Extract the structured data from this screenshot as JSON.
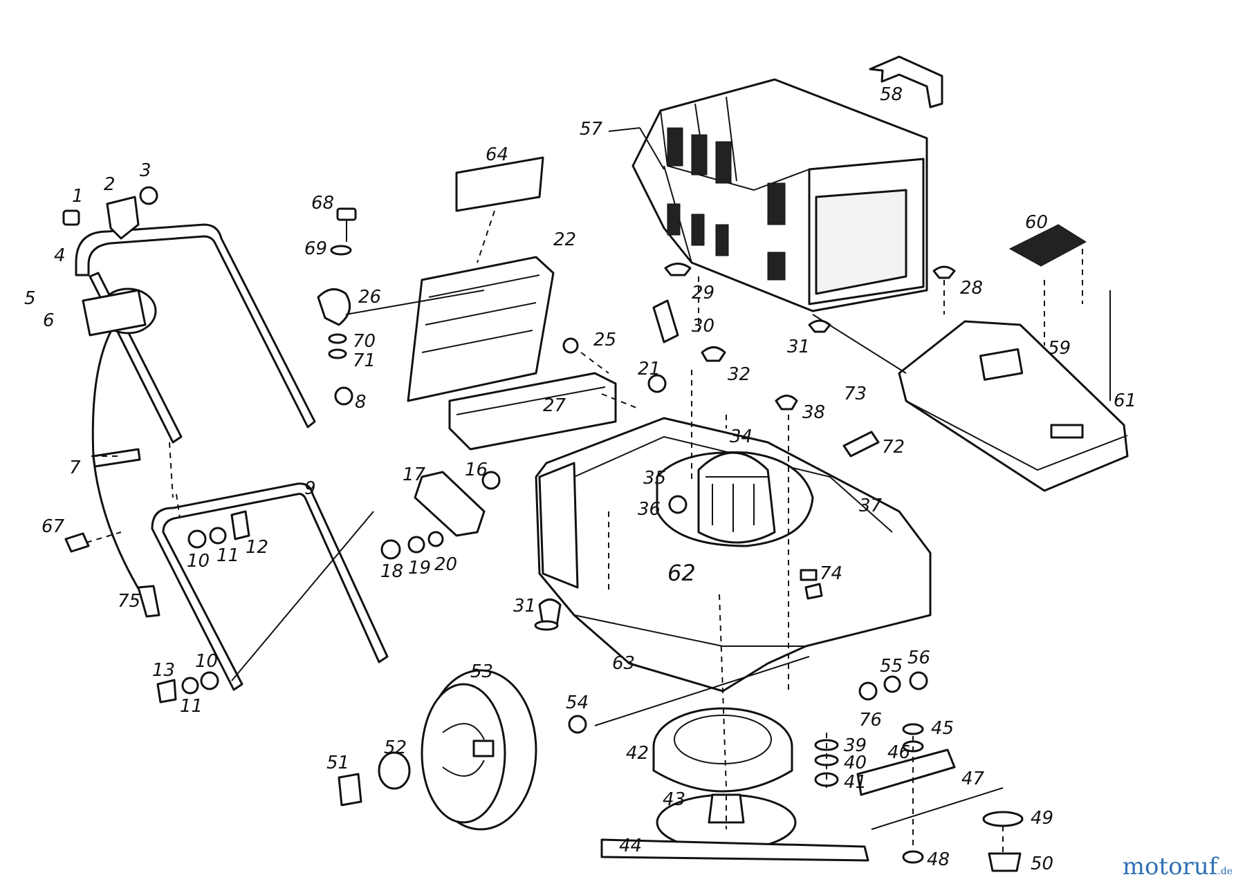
{
  "labels": [
    "1",
    "2",
    "3",
    "4",
    "5",
    "6",
    "7",
    "8",
    "9",
    "10",
    "11",
    "12",
    "13",
    "16",
    "17",
    "18",
    "19",
    "20",
    "21",
    "22",
    "25",
    "26",
    "27",
    "28",
    "29",
    "30",
    "31",
    "32",
    "34",
    "35",
    "36",
    "37",
    "38",
    "39",
    "40",
    "41",
    "42",
    "43",
    "44",
    "45",
    "46",
    "47",
    "48",
    "49",
    "50",
    "51",
    "52",
    "53",
    "54",
    "55",
    "56",
    "57",
    "58",
    "59",
    "60",
    "61",
    "62",
    "63",
    "64",
    "67",
    "68",
    "69",
    "70",
    "71",
    "72",
    "73",
    "74",
    "75",
    "76"
  ],
  "watermark": {
    "name": "motoruf",
    "suffix": ".de"
  }
}
